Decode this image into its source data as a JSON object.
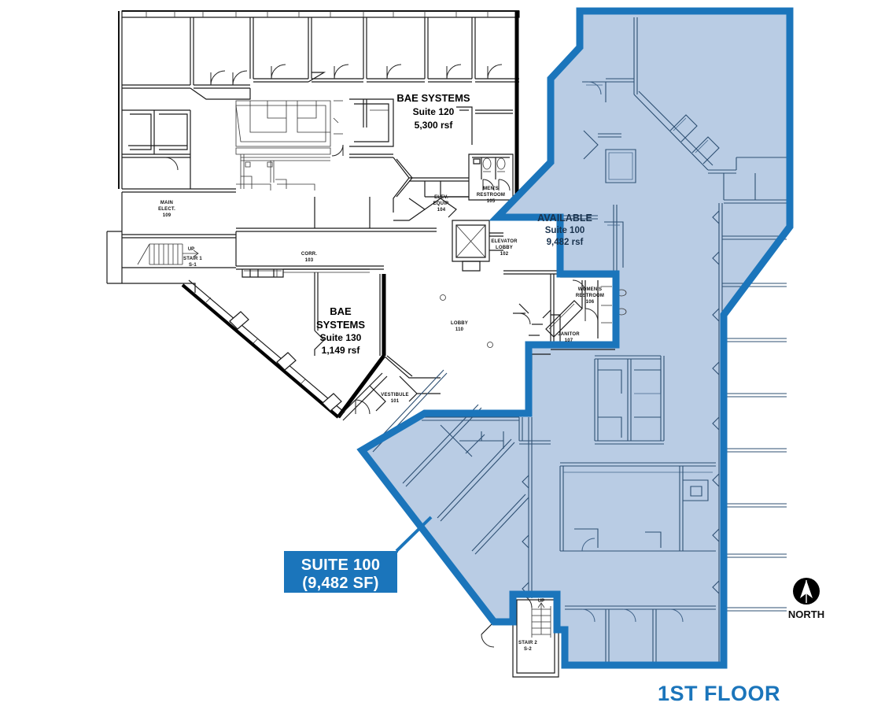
{
  "document": {
    "type": "floor-plan",
    "floor_label": "1ST FLOOR",
    "orientation_label": "NORTH",
    "orientation_icon": "north-compass-icon"
  },
  "colors": {
    "highlight_fill": "#b9cce4",
    "highlight_border": "#1b75bb",
    "callout_bg": "#1b75bb",
    "callout_text": "#ffffff",
    "floor_label_color": "#1b75bb",
    "wall_black": "#000000",
    "paper": "#ffffff"
  },
  "callout": {
    "line1": "SUITE 100",
    "line2": "(9,482 SF)"
  },
  "available_block": {
    "status": "AVAILABLE",
    "suite": "Suite 100",
    "area": "9,482 rsf"
  },
  "tenants": [
    {
      "id": "suite-120",
      "name_line1": "BAE SYSTEMS",
      "name_line2": "",
      "suite": "Suite 120",
      "area": "5,300 rsf"
    },
    {
      "id": "suite-130",
      "name_line1": "BAE",
      "name_line2": "SYSTEMS",
      "suite": "Suite 130",
      "area": "1,149 rsf"
    }
  ],
  "rooms": [
    {
      "id": "vestibule",
      "line1": "VESTIBULE",
      "line2": "101"
    },
    {
      "id": "elevator-lobby",
      "line1": "ELEVATOR",
      "line2": "LOBBY",
      "line3": "102"
    },
    {
      "id": "corridor",
      "line1": "CORR.",
      "line2": "103"
    },
    {
      "id": "elev-equip",
      "line1": "ELEV.",
      "line2": "EQUIP.",
      "line3": "104"
    },
    {
      "id": "mens-restroom",
      "line1": "MEN'S",
      "line2": "RESTROOM",
      "line3": "105"
    },
    {
      "id": "womens-restroom",
      "line1": "WOMEN'S",
      "line2": "RESTROOM",
      "line3": "106"
    },
    {
      "id": "janitor",
      "line1": "JANITOR",
      "line2": "107"
    },
    {
      "id": "main-elect",
      "line1": "MAIN",
      "line2": "ELECT.",
      "line3": "109"
    },
    {
      "id": "lobby",
      "line1": "LOBBY",
      "line2": "110"
    },
    {
      "id": "stair-1",
      "line1": "STAIR 1",
      "line2": "S-1"
    },
    {
      "id": "stair-2",
      "line1": "STAIR 2",
      "line2": "S-2"
    }
  ],
  "stair_markers": [
    {
      "id": "stair-1-up",
      "label": "UP"
    },
    {
      "id": "stair-2-up",
      "label": "UP"
    }
  ]
}
